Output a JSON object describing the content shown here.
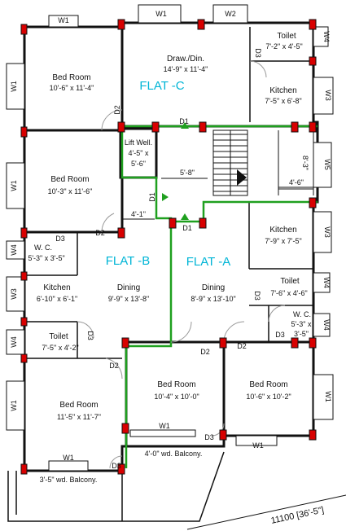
{
  "flats": {
    "a": "FLAT -A",
    "b": "FLAT -B",
    "c": "FLAT -C"
  },
  "rooms": {
    "c_bed": {
      "name": "Bed Room",
      "size": "10'-6\" x 11'-4\""
    },
    "c_draw": {
      "name": "Draw./Din.",
      "size": "14'-9\" x 11'-4\""
    },
    "c_toilet": {
      "name": "Toilet",
      "size": "7'-2\" x 4'-5\""
    },
    "c_kitchen": {
      "name": "Kitchen",
      "size": "7'-5\" x 6'-8\""
    },
    "b_bed1": {
      "name": "Bed Room",
      "size": "10'-3\" x 11'-6\""
    },
    "lift": {
      "name": "Lift Well.",
      "size1": "4'-5\" x",
      "size2": "5'-6\""
    },
    "b_wc": {
      "name": "W. C.",
      "size": "5'-3\" x 3'-5\""
    },
    "b_kitchen": {
      "name": "Kitchen",
      "size": "6'-10\" x 6'-1\""
    },
    "b_dining": {
      "name": "Dining",
      "size": "9'-9\" x 13'-8\""
    },
    "b_toilet": {
      "name": "Toilet",
      "size": "7'-5\" x 4'-2\""
    },
    "b_bed2": {
      "name": "Bed Room",
      "size": "11'-5\" x 11'-7\""
    },
    "b_balcony": "3'-5\" wd. Balcony.",
    "mid_bed": {
      "name": "Bed Room",
      "size": "10'-4\" x 10'-0\""
    },
    "mid_balcony": "4'-0\" wd. Balcony.",
    "a_kitchen": {
      "name": "Kitchen",
      "size": "7'-9\" x 7'-5\""
    },
    "a_toilet": {
      "name": "Toilet",
      "size": "7'-6\" x 4'-6\""
    },
    "a_dining": {
      "name": "Dining",
      "size": "8'-9\" x 13'-10\""
    },
    "a_wc": {
      "name": "W. C.",
      "size1": "5'-3\" x",
      "size2": "3'-5\""
    },
    "a_bed": {
      "name": "Bed Room",
      "size": "10'-6\" x 10'-2\""
    }
  },
  "dims": {
    "lobby": "5'-8\"",
    "stair": "4'-6\"",
    "lift_side": "4'-1\"",
    "stair_len": "8'-3\""
  },
  "labels": {
    "w1": "W1",
    "w2": "W2",
    "w3": "W3",
    "w4": "W4",
    "w5": "W5",
    "d1": "D1",
    "d2": "D2",
    "d3": "D3"
  },
  "footer": "11100 [36'-5\"]",
  "colors": {
    "column": "#d80000",
    "flat_label": "#00b5d6",
    "lobby_line": "#1fa01f"
  }
}
